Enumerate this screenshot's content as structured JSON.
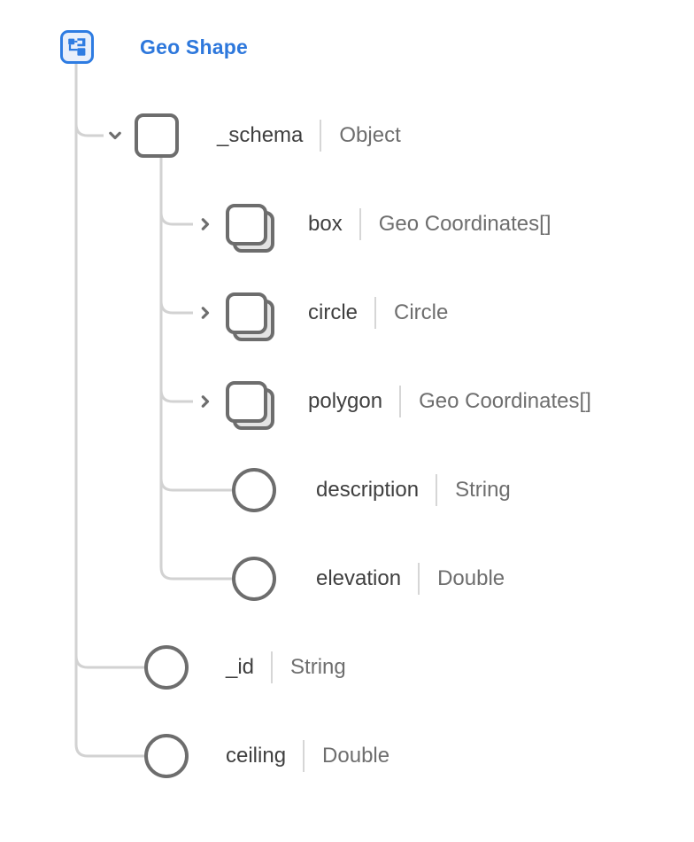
{
  "header": {
    "title": "Geo Shape"
  },
  "tree": {
    "root": {
      "label": "Geo Shape",
      "icon": "schema-root-icon"
    },
    "nodes": [
      {
        "name": "_schema",
        "type": "Object",
        "kind": "object",
        "icon": "object-icon",
        "expanded": true,
        "level": 1
      },
      {
        "name": "box",
        "type": "Geo Coordinates[]",
        "kind": "array",
        "icon": "array-icon",
        "expanded": false,
        "level": 2
      },
      {
        "name": "circle",
        "type": "Circle",
        "kind": "array",
        "icon": "array-icon",
        "expanded": false,
        "level": 2
      },
      {
        "name": "polygon",
        "type": "Geo Coordinates[]",
        "kind": "array",
        "icon": "array-icon",
        "expanded": false,
        "level": 2
      },
      {
        "name": "description",
        "type": "String",
        "kind": "field",
        "icon": "field-icon",
        "level": 2
      },
      {
        "name": "elevation",
        "type": "Double",
        "kind": "field",
        "icon": "field-icon",
        "level": 2
      },
      {
        "name": "_id",
        "type": "String",
        "kind": "field",
        "icon": "field-icon",
        "level": 1
      },
      {
        "name": "ceiling",
        "type": "Double",
        "kind": "field",
        "icon": "field-icon",
        "level": 1
      }
    ]
  },
  "icons": {
    "root": "schema-root-icon",
    "expand_open": "chevron-down-icon",
    "expand_closed": "chevron-right-icon"
  },
  "colors": {
    "accent_blue": "#2e78dc",
    "root_icon_fill": "#e8effb",
    "connector_gray": "#d2d2d2",
    "node_outline_gray": "#6d6d6d",
    "label_gray": "#3f3f3f",
    "type_gray": "#6e6e6e",
    "divider_gray": "#d6d6d6",
    "background": "#ffffff"
  }
}
